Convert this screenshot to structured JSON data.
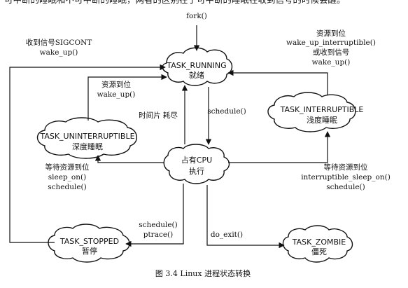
{
  "intro_text": "可中断的睡眠和不可中断的睡眠，两者的区别在于可中断的睡眠在收到信号的时候会醒。",
  "diagram": {
    "fork": "fork()",
    "nodes": {
      "running": {
        "name": "TASK_RUNNING",
        "label": "就绪"
      },
      "interruptible": {
        "name": "TASK_INTERRUPTIBLE",
        "label": "浅度睡眠"
      },
      "uninterruptible": {
        "name": "TASK_UNINTERRUPTIBLE",
        "label": "深度睡眠"
      },
      "cpu": {
        "name": "占有CPU",
        "label": "执行"
      },
      "stopped": {
        "name": "TASK_STOPPED",
        "label": "暂停"
      },
      "zombie": {
        "name": "TASK_ZOMBIE",
        "label": "僵死"
      }
    },
    "labels": {
      "sigcont_1": "收到信号SIGCONT",
      "sigcont_2": "wake_up()",
      "res_right_1": "资源到位",
      "res_right_2": "wake_up_interruptible()",
      "res_right_3": "或收到信号",
      "res_right_4": "wake_up()",
      "res_left_1": "资源到位",
      "res_left_2": "wake_up()",
      "timeslice": "时间片 耗尽",
      "schedule": "schedule()",
      "wait_left_1": "等待资源到位",
      "wait_left_2": "sleep_on()",
      "wait_left_3": "schedule()",
      "wait_right_1": "等待资源到位",
      "wait_right_2": "interruptible_sleep_on()",
      "wait_right_3": "schedule()",
      "stop_1": "schedule()",
      "stop_2": "ptrace()",
      "exit": "do_exit()"
    },
    "caption": "图 3.4    Linux 进程状态转换"
  }
}
